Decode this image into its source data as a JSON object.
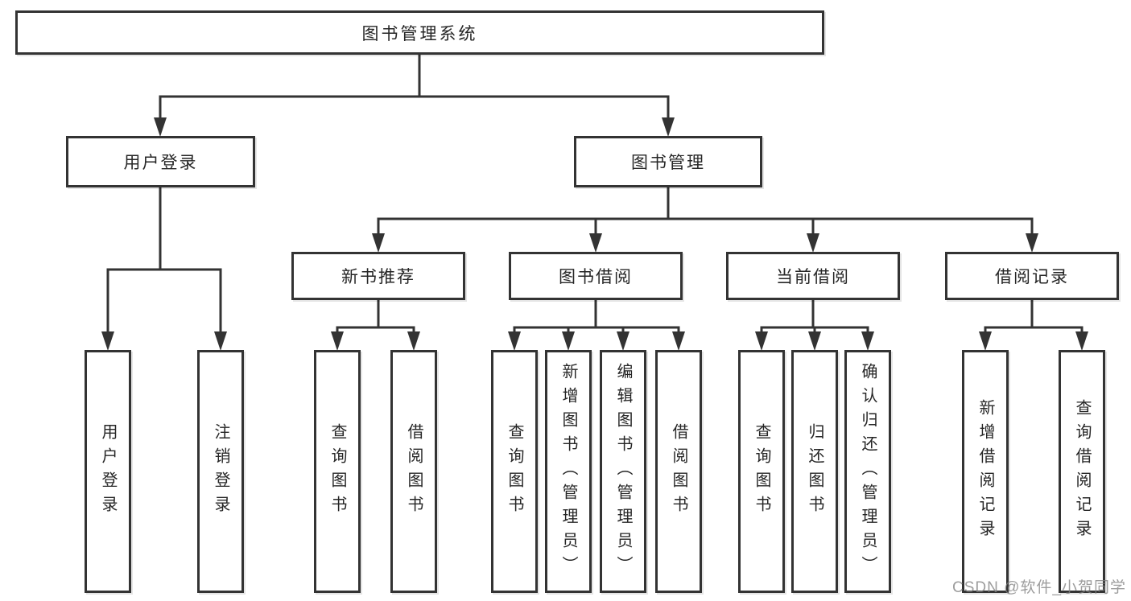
{
  "tree": {
    "label": "图书管理系统",
    "children": [
      {
        "label": "用户登录",
        "children": [
          {
            "label": "用户登录"
          },
          {
            "label": "注销登录"
          }
        ]
      },
      {
        "label": "图书管理",
        "children": [
          {
            "label": "新书推荐",
            "children": [
              {
                "label": "查询图书"
              },
              {
                "label": "借阅图书"
              }
            ]
          },
          {
            "label": "图书借阅",
            "children": [
              {
                "label": "查询图书"
              },
              {
                "label": "新增图书（管理员）"
              },
              {
                "label": "编辑图书（管理员）"
              },
              {
                "label": "借阅图书"
              }
            ]
          },
          {
            "label": "当前借阅",
            "children": [
              {
                "label": "查询图书"
              },
              {
                "label": "归还图书"
              },
              {
                "label": "确认归还（管理员）"
              }
            ]
          },
          {
            "label": "借阅记录",
            "children": [
              {
                "label": "新增借阅记录"
              },
              {
                "label": "查询借阅记录"
              }
            ]
          }
        ]
      }
    ]
  },
  "watermark": {
    "text": "CSDN @软件_小贺同学"
  },
  "colors": {
    "line": "#333333",
    "box_border": "#333333",
    "box_fill": "#ffffff",
    "text": "#262626",
    "watermark": "#8a8a8a",
    "background": "#ffffff"
  }
}
